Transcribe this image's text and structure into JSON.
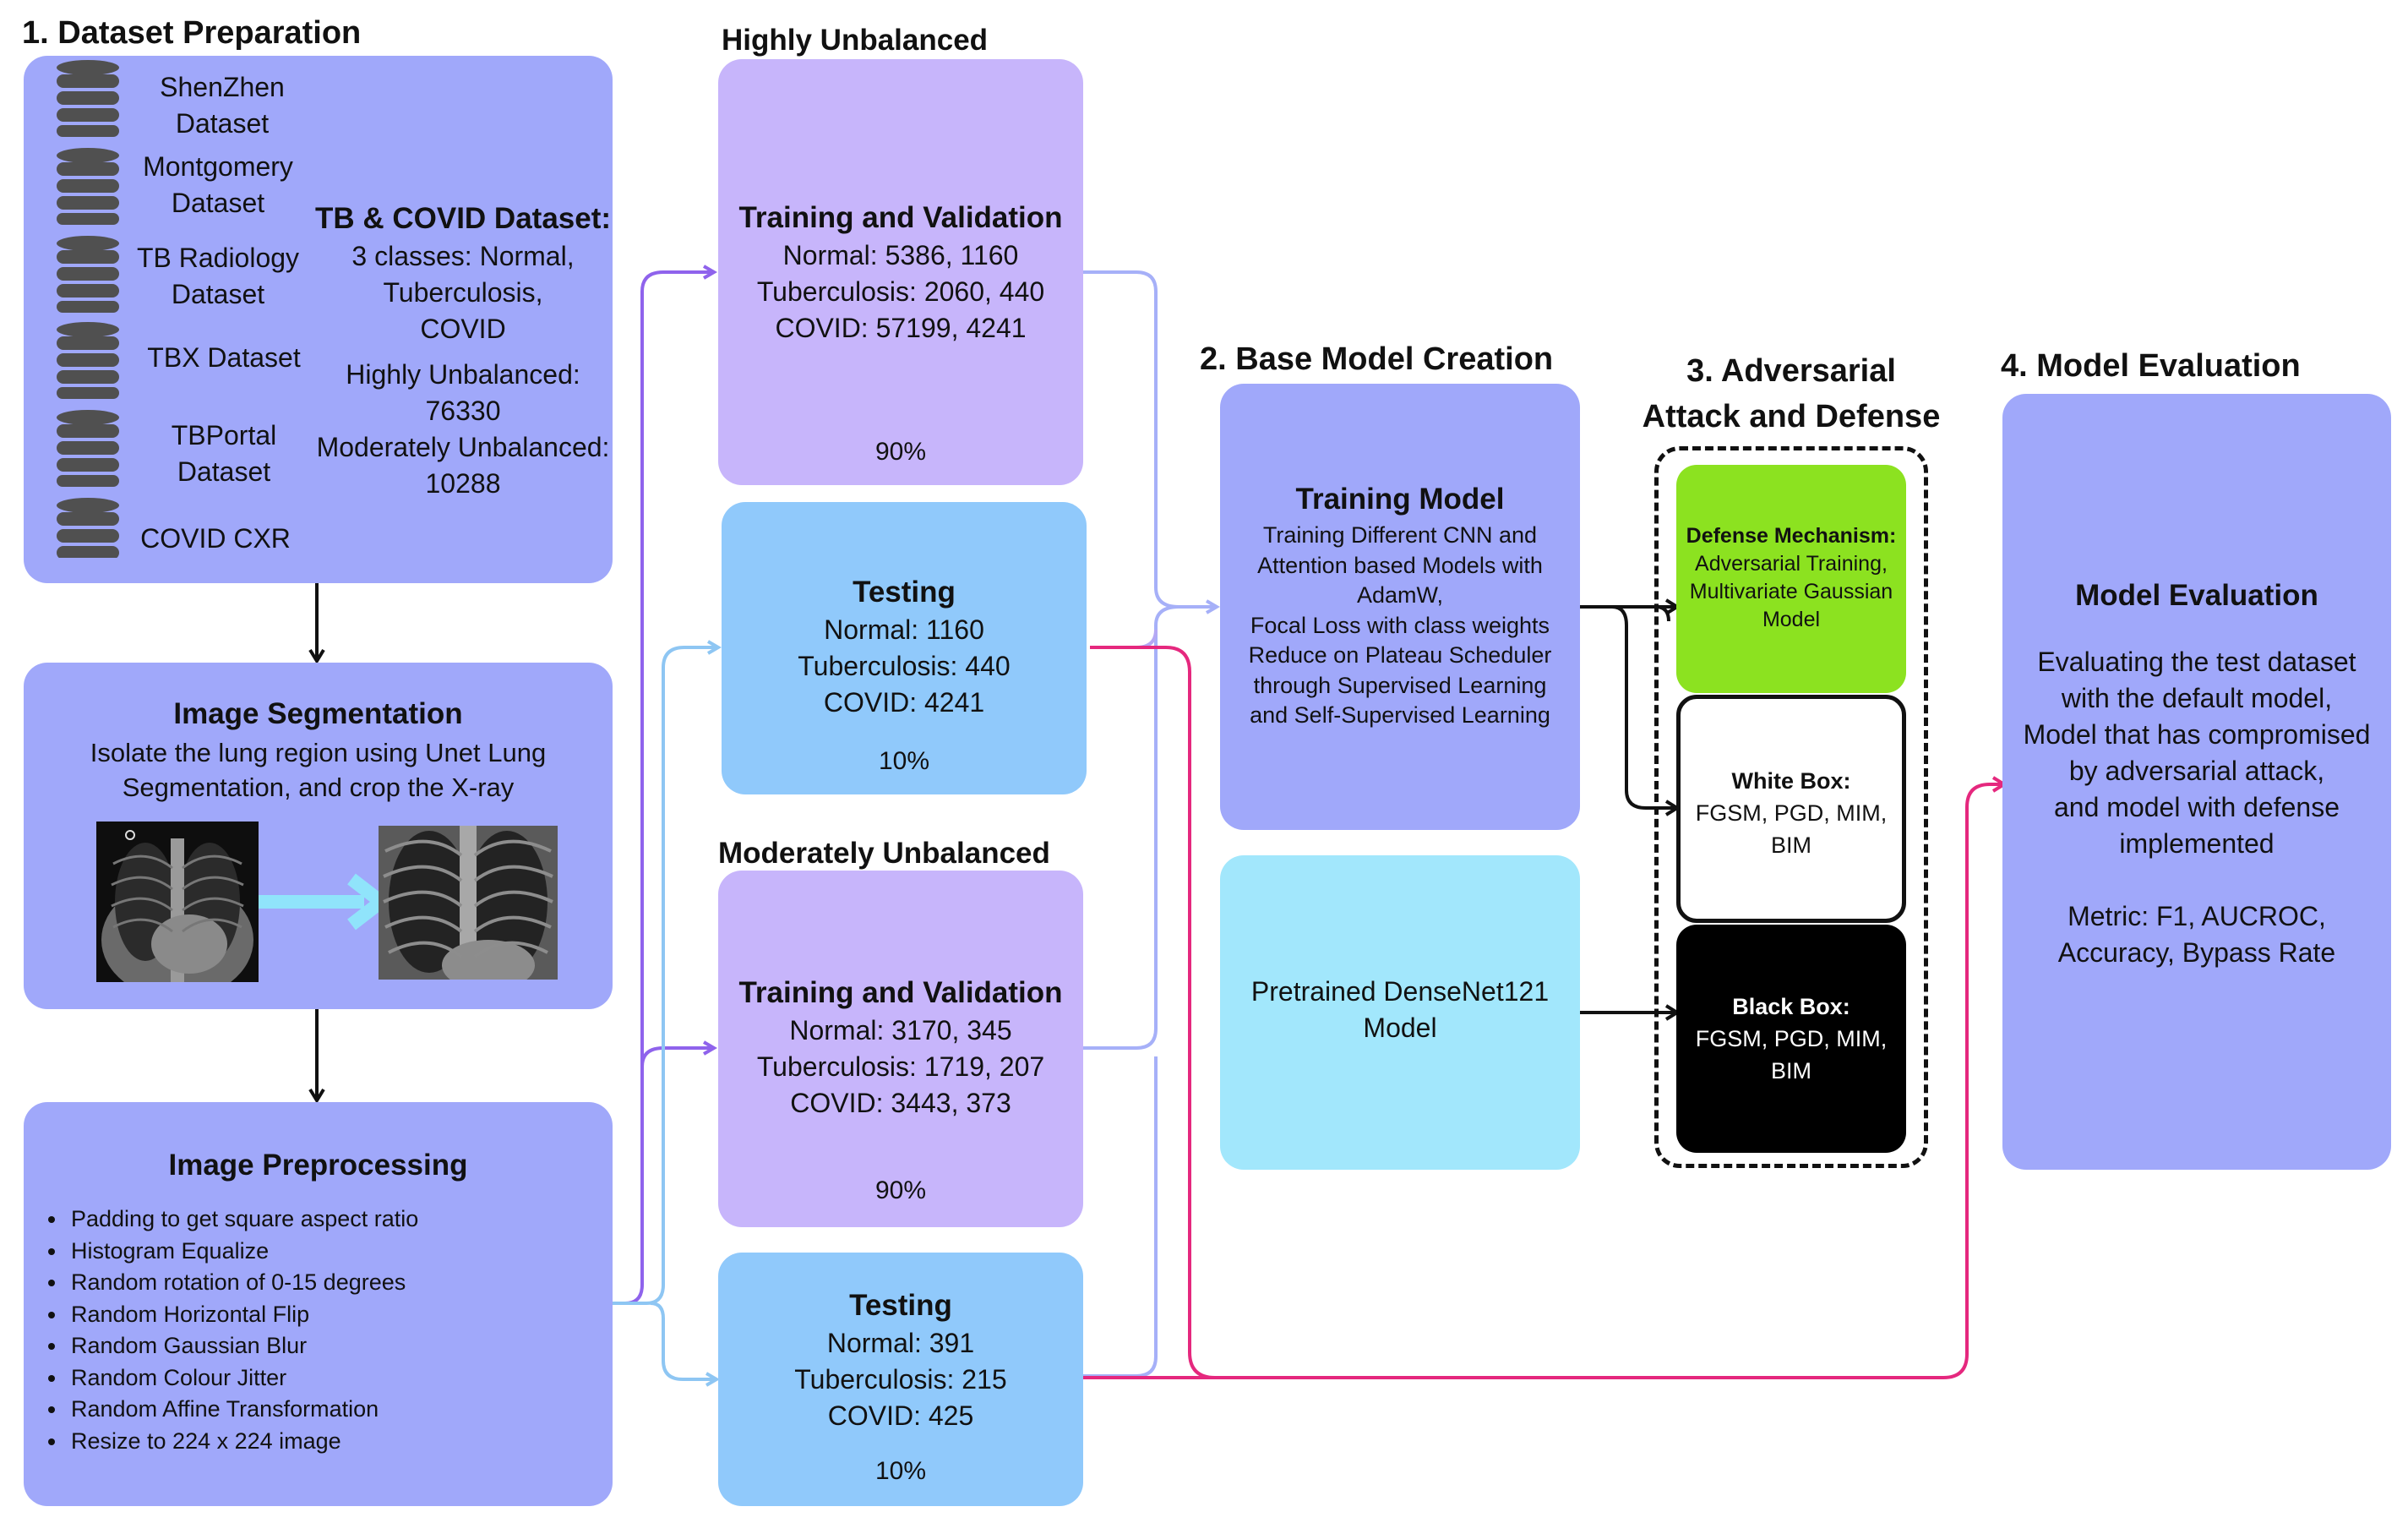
{
  "sections": {
    "s1": "1. Dataset Preparation",
    "hu": "Highly Unbalanced",
    "mu": "Moderately Unbalanced",
    "s2": "2. Base Model Creation",
    "s3a": "3.  Adversarial",
    "s3b": "Attack and Defense",
    "s4": "4. Model Evaluation"
  },
  "datasets": [
    {
      "line1": "ShenZhen",
      "line2": "Dataset"
    },
    {
      "line1": "Montgomery",
      "line2": "Dataset"
    },
    {
      "line1": "TB Radiology",
      "line2": "Dataset"
    },
    {
      "line1": "TBX Dataset",
      "line2": ""
    },
    {
      "line1": "TBPortal",
      "line2": "Dataset"
    },
    {
      "line1": "COVID CXR",
      "line2": ""
    }
  ],
  "combined": {
    "title": "TB & COVID Dataset:",
    "classes_1": "3 classes: Normal,",
    "classes_2": "Tuberculosis,",
    "classes_3": "COVID",
    "hu_label": "Highly Unbalanced:",
    "hu_value": "76330",
    "mu_label": "Moderately Unbalanced:",
    "mu_value": "10288"
  },
  "segmentation": {
    "title": "Image Segmentation",
    "desc_1": "Isolate the lung region using Unet Lung",
    "desc_2": "Segmentation, and crop the X-ray"
  },
  "preprocessing": {
    "title": "Image Preprocessing",
    "items": [
      "Padding to get square aspect ratio",
      "Histogram Equalize",
      "Random rotation of 0-15 degrees",
      "Random Horizontal Flip",
      "Random Gaussian Blur",
      "Random Colour Jitter",
      "Random Affine Transformation",
      "Resize to 224 x 224 image"
    ]
  },
  "hu_train": {
    "title": "Training and Validation",
    "l1": "Normal: 5386, 1160",
    "l2": "Tuberculosis: 2060, 440",
    "l3": "COVID: 57199, 4241",
    "pct": "90%"
  },
  "hu_test": {
    "title": "Testing",
    "l1": "Normal: 1160",
    "l2": "Tuberculosis: 440",
    "l3": "COVID: 4241",
    "pct": "10%"
  },
  "mu_train": {
    "title": "Training and Validation",
    "l1": "Normal: 3170, 345",
    "l2": "Tuberculosis: 1719, 207",
    "l3": "COVID: 3443, 373",
    "pct": "90%"
  },
  "mu_test": {
    "title": "Testing",
    "l1": "Normal: 391",
    "l2": "Tuberculosis: 215",
    "l3": "COVID: 425",
    "pct": "10%"
  },
  "training_model": {
    "title": "Training Model",
    "lines": [
      "Training Different CNN and",
      "Attention based Models with",
      "AdamW,",
      "Focal Loss with class weights",
      "Reduce on Plateau Scheduler",
      "through Supervised Learning",
      "and Self-Supervised Learning"
    ]
  },
  "pretrained": {
    "l1": "Pretrained DenseNet121",
    "l2": "Model"
  },
  "defense": {
    "title": "Defense Mechanism:",
    "l1": "Adversarial Training,",
    "l2": "Multivariate Gaussian",
    "l3": "Model"
  },
  "whitebox": {
    "title": "White Box:",
    "l1": "FGSM, PGD, MIM,",
    "l2": "BIM"
  },
  "blackbox": {
    "title": "Black Box:",
    "l1": "FGSM, PGD, MIM,",
    "l2": "BIM"
  },
  "evaluation": {
    "title": "Model Evaluation",
    "lines": [
      "Evaluating the test dataset",
      "with the default model,",
      "Model that has compromised",
      "by adversarial attack,",
      "and model with defense",
      "implemented"
    ],
    "metric_1": "Metric: F1, AUCROC,",
    "metric_2": "Accuracy, Bypass Rate"
  },
  "colors": {
    "panel_blue": "#a0a8fa",
    "purple": "#c7b5fb",
    "light_blue": "#90c9fb",
    "cyan": "#a2e7fc",
    "green": "#8ce220",
    "pink": "#e5287e",
    "arrow_purple": "#8f63ec",
    "arrow_lightblue": "#8ec6f3"
  },
  "icons": [
    "database-icon",
    "xray-image",
    "cropped-xray-image",
    "arrow-right-icon"
  ]
}
